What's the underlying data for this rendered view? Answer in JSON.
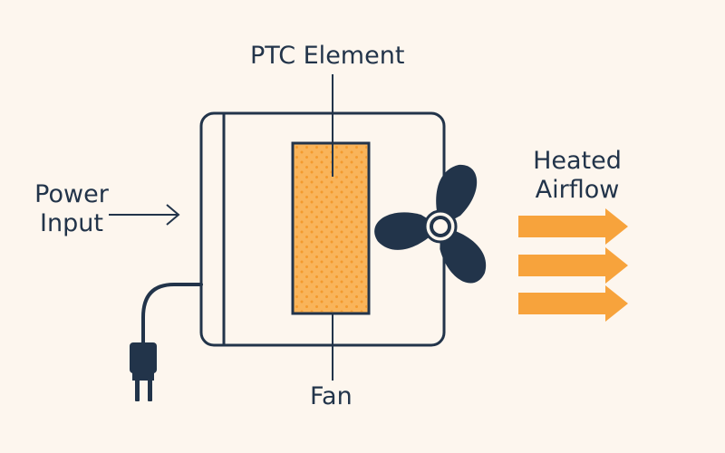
{
  "labels": {
    "ptc_element": "PTC Element",
    "power_input_line1": "Power",
    "power_input_line2": "Input",
    "heated_airflow_line1": "Heated",
    "heated_airflow_line2": "Airflow",
    "fan": "Fan"
  },
  "colors": {
    "background": "#fdf6ee",
    "outline": "#22344a",
    "heater_fill": "#f9b45a",
    "heater_dots": "#f39a2e",
    "airflow_arrow": "#f7a33c",
    "fan_blade": "#22344a"
  },
  "airflow_arrow_count": 3,
  "fan_blade_count": 3
}
